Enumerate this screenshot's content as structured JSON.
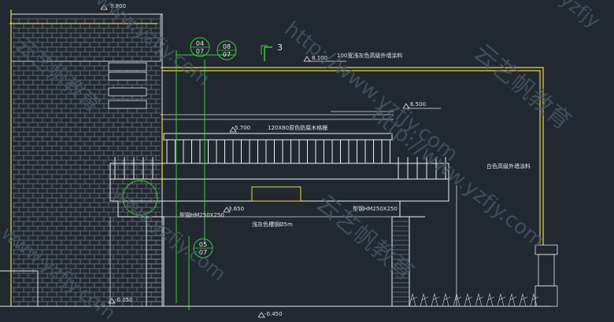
{
  "drawing": {
    "elevations": {
      "top_left": "9.800",
      "roof": "8.100",
      "parapet": "6.500",
      "beam_top": "5.700",
      "beam_mid": "3.650",
      "ground_left": "-0.050",
      "ground_bottom": "-0.450"
    },
    "callouts": [
      {
        "num": "04",
        "sheet": "07"
      },
      {
        "num": "08",
        "sheet": "07"
      },
      {
        "num": "05",
        "sheet": "07"
      }
    ],
    "section_mark": "3",
    "notes": {
      "wall_top": "100宽浅灰色高级外墙涂料",
      "timber": "120X80原色防腐木格栅",
      "wall_right": "白色高级外墙涂料",
      "steel_left": "型钢HM250X250",
      "steel_right": "型钢HM250X250",
      "downpipe": "浅灰色槽钢Ø5m"
    },
    "watermarks": {
      "url": "http://www.yzfjy.com",
      "brand": "云艺帆教育",
      "corner": "yzfjy",
      "left_url": "www.yzfjy.com",
      "left_brand": "云艺帆教育"
    }
  }
}
